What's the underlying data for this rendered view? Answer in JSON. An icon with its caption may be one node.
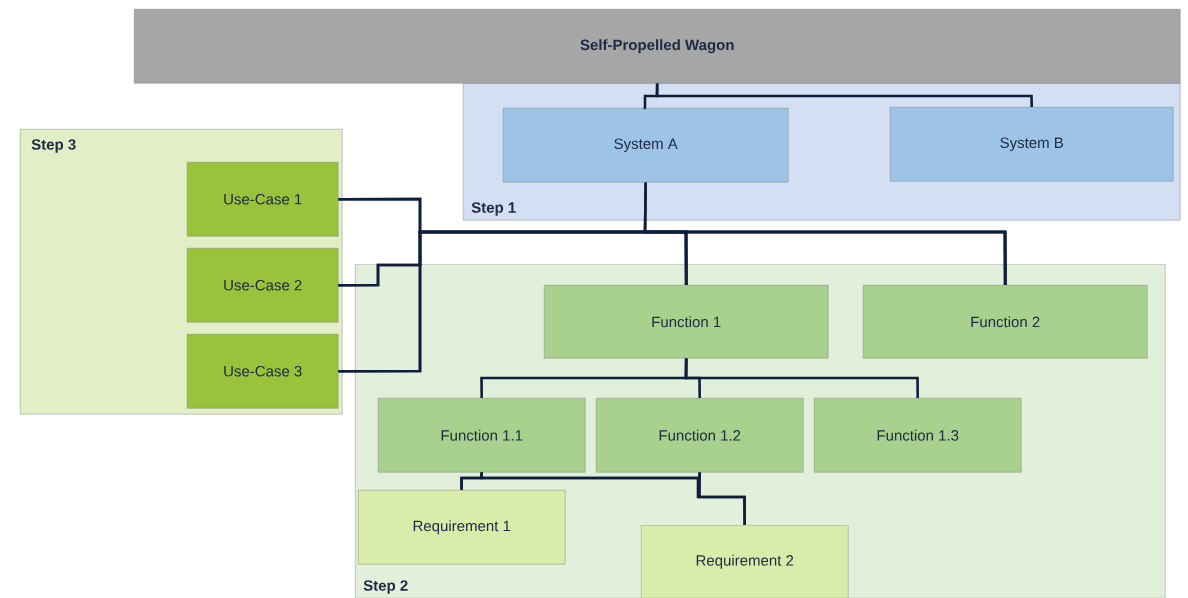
{
  "diagram": {
    "nodes": [
      {
        "text": [
          "Self-Propelled Wagon"
        ]
      },
      {
        "text": [
          "Step 1"
        ]
      },
      {
        "text": [
          "System A"
        ],
        "in": 1
      },
      {
        "text": [
          "System B"
        ],
        "in": 1
      },
      {
        "text": [
          "Step 3"
        ]
      },
      {
        "text": [
          "Use-Case 1"
        ],
        "in": 4
      },
      {
        "text": [
          "Use-Case 2"
        ],
        "in": 4
      },
      {
        "text": [
          "Use-Case 3"
        ],
        "in": 4
      },
      {
        "text": [
          "Step 2"
        ]
      },
      {
        "text": [
          "Function 1"
        ],
        "in": 8
      },
      {
        "text": [
          "Function 2"
        ],
        "in": 8
      },
      {
        "text": [
          "Function 1.1"
        ],
        "in": 8
      },
      {
        "text": [
          "Function 1.2"
        ],
        "in": 8
      },
      {
        "text": [
          "Function 1.3"
        ],
        "in": 8
      },
      {
        "text": [
          "Requirement 1"
        ],
        "in": 8
      },
      {
        "text": [
          "Requirement 2"
        ],
        "in": 8
      }
    ],
    "edges": [
      {
        "from": 0,
        "to": 2,
        "arrow": "none"
      },
      {
        "from": 0,
        "to": 3,
        "arrow": "none"
      },
      {
        "from": 2,
        "to": 9,
        "arrow": "none"
      },
      {
        "from": 2,
        "to": 10,
        "arrow": "none"
      },
      {
        "from": 5,
        "to": 9,
        "arrow": "none"
      },
      {
        "from": 6,
        "to": 9,
        "arrow": "none"
      },
      {
        "from": 7,
        "to": 9,
        "arrow": "none"
      },
      {
        "from": 5,
        "to": 10,
        "arrow": "none"
      },
      {
        "from": 6,
        "to": 10,
        "arrow": "none"
      },
      {
        "from": 7,
        "to": 10,
        "arrow": "none"
      },
      {
        "from": 9,
        "to": 11,
        "arrow": "none"
      },
      {
        "from": 9,
        "to": 12,
        "arrow": "none"
      },
      {
        "from": 9,
        "to": 13,
        "arrow": "none"
      },
      {
        "from": 11,
        "to": 14,
        "arrow": "none"
      },
      {
        "from": 11,
        "to": 15,
        "arrow": "none"
      },
      {
        "from": 12,
        "to": 14,
        "arrow": "none"
      },
      {
        "from": 12,
        "to": 15,
        "arrow": "none"
      }
    ]
  }
}
